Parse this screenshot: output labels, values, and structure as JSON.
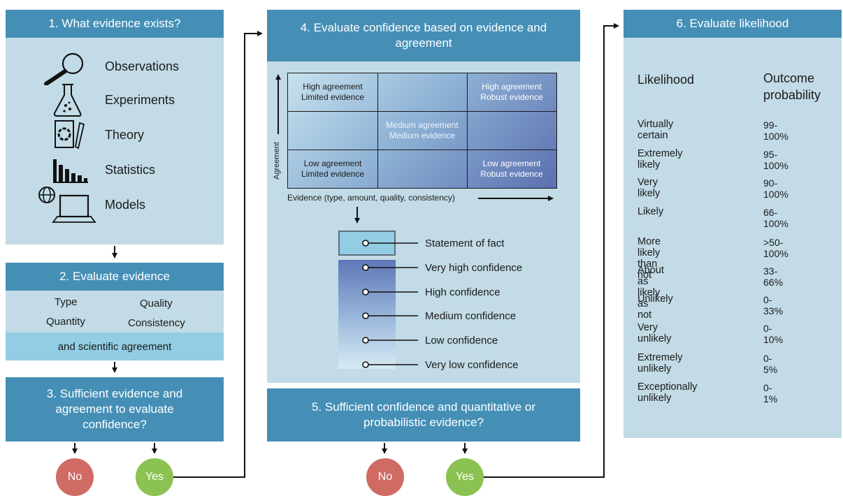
{
  "step1": {
    "title": "1. What evidence exists?",
    "items": [
      {
        "label": "Observations",
        "icon": "magnifier-icon"
      },
      {
        "label": "Experiments",
        "icon": "flask-icon"
      },
      {
        "label": "Theory",
        "icon": "document-icon"
      },
      {
        "label": "Statistics",
        "icon": "bar-chart-icon"
      },
      {
        "label": "Models",
        "icon": "globe-computer-icon"
      }
    ]
  },
  "step2": {
    "title": "2. Evaluate evidence",
    "attributes": [
      "Type",
      "Quality",
      "Quantity",
      "Consistency"
    ],
    "agreement": "and scientific agreement"
  },
  "step3": {
    "title": "3. Sufficient evidence and agreement to evaluate confidence?",
    "no": "No",
    "yes": "Yes"
  },
  "step4": {
    "title": "4. Evaluate confidence based on evidence and agreement",
    "y_axis": "Agreement",
    "x_axis": "Evidence (type, amount, quality, consistency)",
    "cells": {
      "top_left": [
        "High agreement",
        "Limited evidence"
      ],
      "top_right": [
        "High agreement",
        "Robust evidence"
      ],
      "center": [
        "Medium agreement",
        "Medium evidence"
      ],
      "bottom_left": [
        "Low agreement",
        "Limited evidence"
      ],
      "bottom_right": [
        "Low agreement",
        "Robust evidence"
      ]
    },
    "confidence_levels": [
      "Statement of fact",
      "Very high confidence",
      "High confidence",
      "Medium confidence",
      "Low confidence",
      "Very low confidence"
    ]
  },
  "step5": {
    "title": "5. Sufficient confidence and quantitative or probabilistic evidence?",
    "no": "No",
    "yes": "Yes"
  },
  "step6": {
    "title": "6. Evaluate likelihood",
    "col_likelihood": "Likelihood",
    "col_probability": "Outcome probability",
    "rows": [
      {
        "term": "Virtually certain",
        "prob": "99-100%"
      },
      {
        "term": "Extremely likely",
        "prob": "95-100%"
      },
      {
        "term": "Very likely",
        "prob": "90-100%"
      },
      {
        "term": "Likely",
        "prob": "66-100%"
      },
      {
        "term": "More likely than not",
        "prob": ">50-100%"
      },
      {
        "term": "About as likely as not",
        "prob": "33-66%"
      },
      {
        "term": "Unlikely",
        "prob": "0-33%"
      },
      {
        "term": "Very unlikely",
        "prob": "0-10%"
      },
      {
        "term": "Extremely unlikely",
        "prob": "0-5%"
      },
      {
        "term": "Exceptionally unlikely",
        "prob": "0-1%"
      }
    ]
  },
  "colors": {
    "header": "#458fb6",
    "panel": "#c2dbe6",
    "highlight": "#93cde3",
    "no": "#cf6b63",
    "yes": "#8cc251"
  }
}
